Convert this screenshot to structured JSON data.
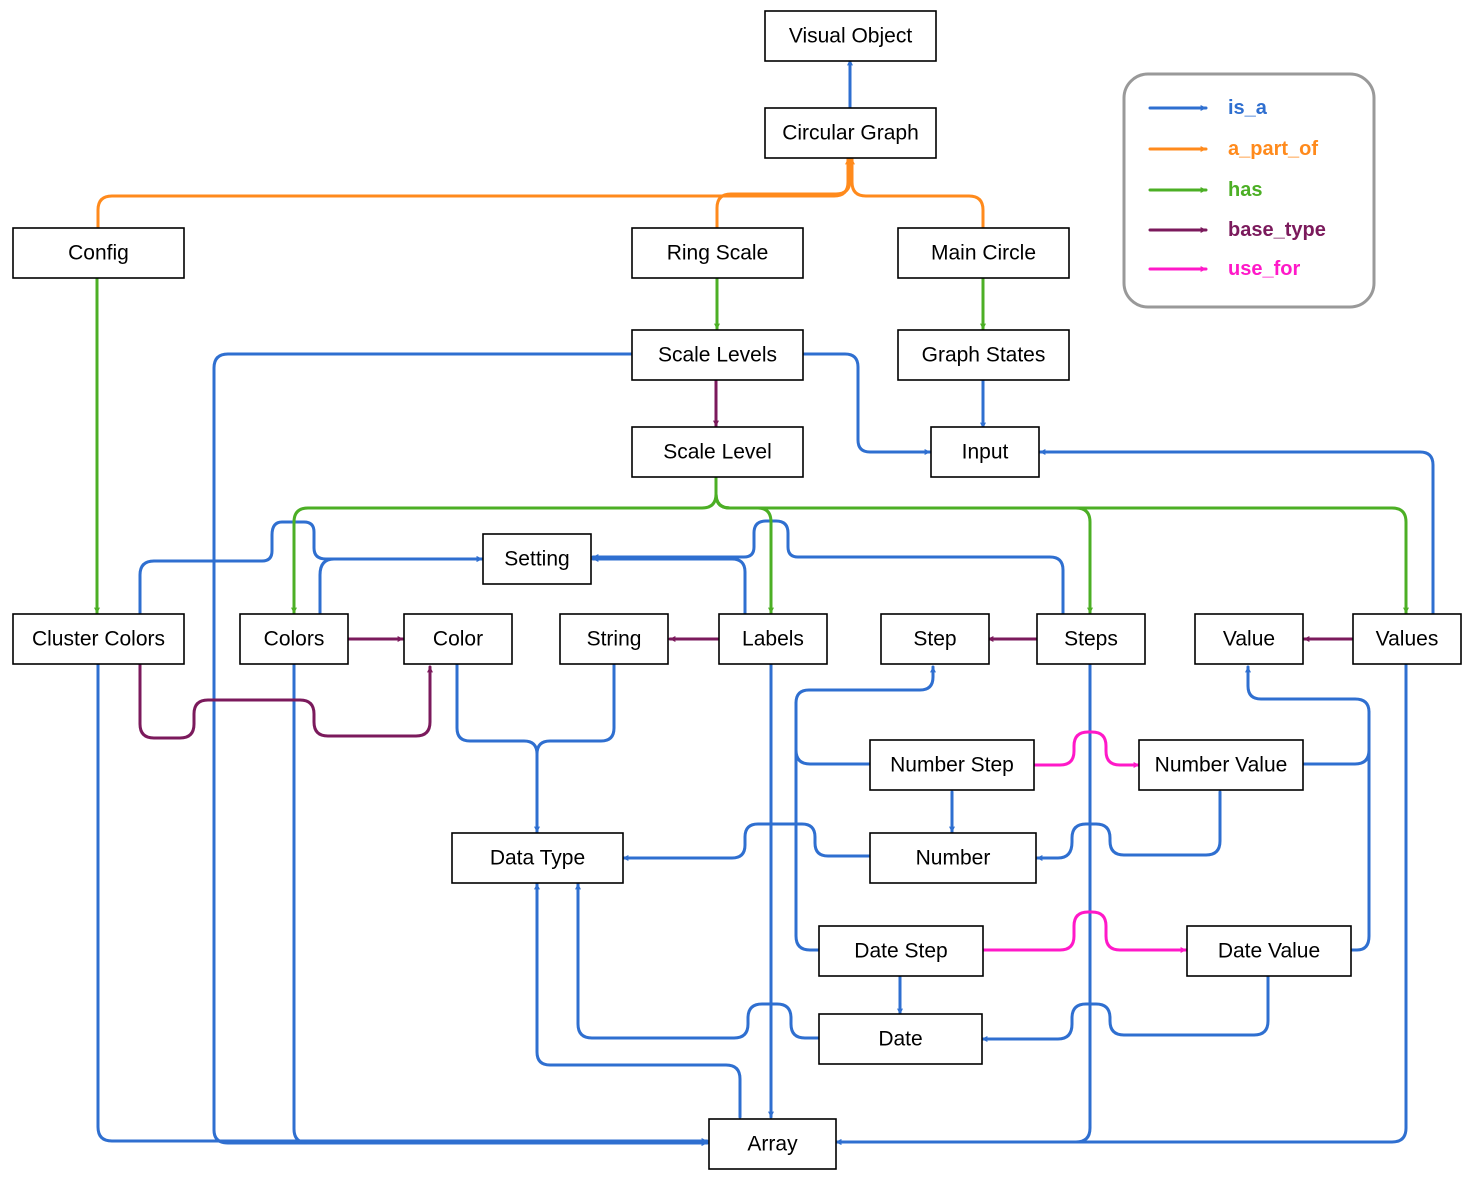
{
  "colors": {
    "is_a": "#2f6fd0",
    "a_part_of": "#ff8a1c",
    "has": "#4caf25",
    "base_type": "#7b1a5c",
    "use_for": "#ff19c8"
  },
  "nodes": {
    "visual_object": "Visual Object",
    "circular_graph": "Circular Graph",
    "config": "Config",
    "ring_scale": "Ring Scale",
    "main_circle": "Main Circle",
    "scale_levels": "Scale Levels",
    "graph_states": "Graph States",
    "scale_level": "Scale Level",
    "input": "Input",
    "setting": "Setting",
    "cluster_colors": "Cluster Colors",
    "colors": "Colors",
    "color": "Color",
    "string": "String",
    "labels": "Labels",
    "step": "Step",
    "steps": "Steps",
    "value": "Value",
    "values": "Values",
    "number_step": "Number Step",
    "number_value": "Number Value",
    "data_type": "Data Type",
    "number": "Number",
    "date_step": "Date Step",
    "date_value": "Date Value",
    "date": "Date",
    "array": "Array"
  },
  "legend": [
    {
      "key": "is_a",
      "label": "is_a"
    },
    {
      "key": "a_part_of",
      "label": "a_part_of"
    },
    {
      "key": "has",
      "label": "has"
    },
    {
      "key": "base_type",
      "label": "base_type"
    },
    {
      "key": "use_for",
      "label": "use_for"
    }
  ]
}
